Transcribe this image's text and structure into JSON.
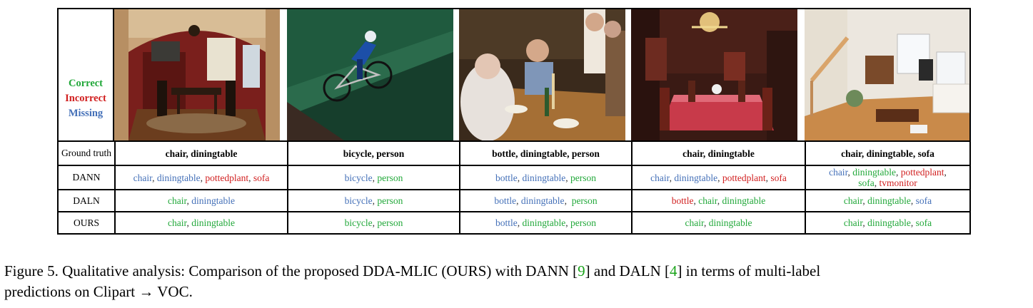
{
  "legend": {
    "correct": "Correct",
    "incorrect": "Incorrect",
    "missing": "Missing"
  },
  "colors": {
    "correct": "#22a83a",
    "incorrect": "#d11f1f",
    "missing": "#4470b8"
  },
  "row_headers": {
    "ground_truth": "Ground truth",
    "dann": "DANN",
    "daln": "DALN",
    "ours": "OURS"
  },
  "columns": [
    {
      "image": "dining-room-archway-photo",
      "ground_truth": "chair, diningtable",
      "dann": [
        {
          "t": "chair",
          "k": "m"
        },
        {
          "t": ", ",
          "k": "s"
        },
        {
          "t": "diningtable",
          "k": "m"
        },
        {
          "t": ", ",
          "k": "s"
        },
        {
          "t": "pottedplant",
          "k": "i"
        },
        {
          "t": ", ",
          "k": "s"
        },
        {
          "t": "sofa",
          "k": "i"
        }
      ],
      "daln": [
        {
          "t": "chair",
          "k": "c"
        },
        {
          "t": ", ",
          "k": "s"
        },
        {
          "t": "diningtable",
          "k": "m"
        }
      ],
      "ours": [
        {
          "t": "chair",
          "k": "c"
        },
        {
          "t": ", ",
          "k": "s"
        },
        {
          "t": "diningtable",
          "k": "c"
        }
      ]
    },
    {
      "image": "cyclist-velodrome-photo",
      "ground_truth": "bicycle, person",
      "dann": [
        {
          "t": "bicycle",
          "k": "m"
        },
        {
          "t": ", ",
          "k": "s"
        },
        {
          "t": "person",
          "k": "c"
        }
      ],
      "daln": [
        {
          "t": "bicycle",
          "k": "m"
        },
        {
          "t": ", ",
          "k": "s"
        },
        {
          "t": "person",
          "k": "c"
        }
      ],
      "ours": [
        {
          "t": "bicycle",
          "k": "c"
        },
        {
          "t": ", ",
          "k": "s"
        },
        {
          "t": "person",
          "k": "c"
        }
      ]
    },
    {
      "image": "dinner-party-photo",
      "ground_truth": "bottle, diningtable, person",
      "dann": [
        {
          "t": "bottle",
          "k": "m"
        },
        {
          "t": ", ",
          "k": "s"
        },
        {
          "t": "diningtable",
          "k": "m"
        },
        {
          "t": ", ",
          "k": "s"
        },
        {
          "t": "person",
          "k": "c"
        }
      ],
      "daln": [
        {
          "t": "bottle",
          "k": "m"
        },
        {
          "t": ", ",
          "k": "s"
        },
        {
          "t": "diningtable",
          "k": "m"
        },
        {
          "t": ",  ",
          "k": "s"
        },
        {
          "t": "person",
          "k": "c"
        }
      ],
      "ours": [
        {
          "t": "bottle",
          "k": "m"
        },
        {
          "t": ", ",
          "k": "s"
        },
        {
          "t": "diningtable",
          "k": "c"
        },
        {
          "t": ", ",
          "k": "s"
        },
        {
          "t": "person",
          "k": "c"
        }
      ]
    },
    {
      "image": "formal-dining-room-photo",
      "ground_truth": "chair, diningtable",
      "dann": [
        {
          "t": "chair",
          "k": "m"
        },
        {
          "t": ", ",
          "k": "s"
        },
        {
          "t": "diningtable",
          "k": "m"
        },
        {
          "t": ", ",
          "k": "s"
        },
        {
          "t": "pottedplant",
          "k": "i"
        },
        {
          "t": ", ",
          "k": "s"
        },
        {
          "t": "sofa",
          "k": "i"
        }
      ],
      "daln": [
        {
          "t": "bottle",
          "k": "i"
        },
        {
          "t": ", ",
          "k": "s"
        },
        {
          "t": "chair",
          "k": "c"
        },
        {
          "t": ", ",
          "k": "s"
        },
        {
          "t": "diningtable",
          "k": "c"
        }
      ],
      "ours": [
        {
          "t": "chair",
          "k": "c"
        },
        {
          "t": ", ",
          "k": "s"
        },
        {
          "t": "diningtable",
          "k": "c"
        }
      ]
    },
    {
      "image": "living-room-photo",
      "ground_truth": "chair, diningtable, sofa",
      "dann": [
        {
          "t": "chair",
          "k": "m"
        },
        {
          "t": ", ",
          "k": "s"
        },
        {
          "t": "diningtable",
          "k": "c"
        },
        {
          "t": ", ",
          "k": "s"
        },
        {
          "t": "pottedplant",
          "k": "i"
        },
        {
          "t": ",",
          "k": "s"
        },
        {
          "t": "\n",
          "k": "br"
        },
        {
          "t": "sofa",
          "k": "c"
        },
        {
          "t": ", ",
          "k": "s"
        },
        {
          "t": "tvmonitor",
          "k": "i"
        }
      ],
      "daln": [
        {
          "t": "chair",
          "k": "c"
        },
        {
          "t": ", ",
          "k": "s"
        },
        {
          "t": "diningtable",
          "k": "c"
        },
        {
          "t": ", ",
          "k": "s"
        },
        {
          "t": "sofa",
          "k": "m"
        }
      ],
      "ours": [
        {
          "t": "chair",
          "k": "c"
        },
        {
          "t": ", ",
          "k": "s"
        },
        {
          "t": "diningtable",
          "k": "c"
        },
        {
          "t": ", ",
          "k": "s"
        },
        {
          "t": "sofa",
          "k": "c"
        }
      ]
    }
  ],
  "caption": {
    "label": "Figure 5.",
    "text_a": " Qualitative analysis: Comparison of the proposed DDA-MLIC (OURS) with DANN [",
    "ref_a": "9",
    "text_b": "] and DALN [",
    "ref_b": "4",
    "text_c": "] in terms of multi-label",
    "line2": "predictions on Clipart → VOC."
  }
}
